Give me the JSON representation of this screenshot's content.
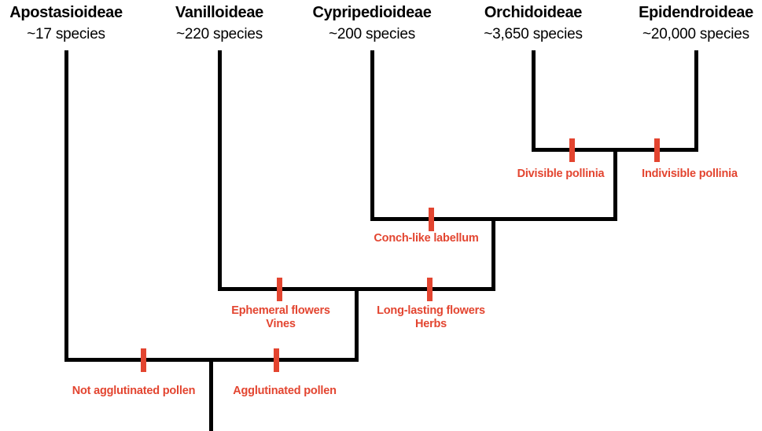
{
  "colors": {
    "background": "#ffffff",
    "line": "#000000",
    "accent": "#e34530"
  },
  "taxa": [
    {
      "name": "Apostasioideae",
      "species_count": "~17 species"
    },
    {
      "name": "Vanilloideae",
      "species_count": "~220 species"
    },
    {
      "name": "Cypripedioideae",
      "species_count": "~200 species"
    },
    {
      "name": "Orchidoideae",
      "species_count": "~3,650 species"
    },
    {
      "name": "Epidendroideae",
      "species_count": "~20,000 species"
    }
  ],
  "traits": {
    "divisible_pollinia": {
      "label": "Divisible pollinia"
    },
    "indivisible_pollinia": {
      "label": "Indivisible pollinia"
    },
    "conch_labellum": {
      "label": "Conch-like labellum"
    },
    "ephemeral": {
      "line1": "Ephemeral flowers",
      "line2": "Vines"
    },
    "long_lasting": {
      "line1": "Long-lasting flowers",
      "line2": "Herbs"
    },
    "not_agglutinated": {
      "label": "Not agglutinated pollen"
    },
    "agglutinated": {
      "label": "Agglutinated pollen"
    }
  }
}
